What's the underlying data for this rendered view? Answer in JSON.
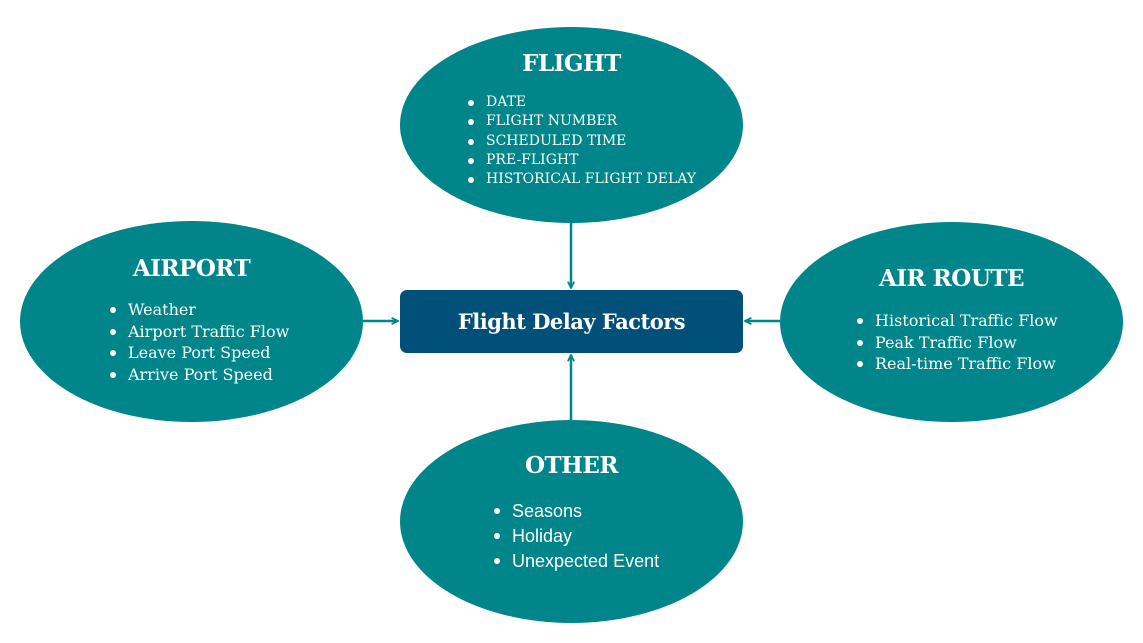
{
  "center": {
    "label": "Flight Delay Factors"
  },
  "colors": {
    "ellipse": "#00868a",
    "center_box": "#00507a",
    "arrow": "#00868a",
    "text": "#ffffff"
  },
  "nodes": {
    "flight": {
      "title": "FLIGHT",
      "items": [
        "DATE",
        "FLIGHT NUMBER",
        "SCHEDULED TIME",
        "PRE-FLIGHT",
        "HISTORICAL FLIGHT DELAY"
      ]
    },
    "airport": {
      "title": "AIRPORT",
      "items": [
        "Weather",
        "Airport Traffic Flow",
        "Leave Port Speed",
        "Arrive Port Speed"
      ]
    },
    "air_route": {
      "title": "AIR ROUTE",
      "items": [
        "Historical Traffic Flow",
        "Peak Traffic Flow",
        "Real-time Traffic Flow"
      ]
    },
    "other": {
      "title": "OTHER",
      "items": [
        "Seasons",
        "Holiday",
        "Unexpected Event"
      ]
    }
  }
}
